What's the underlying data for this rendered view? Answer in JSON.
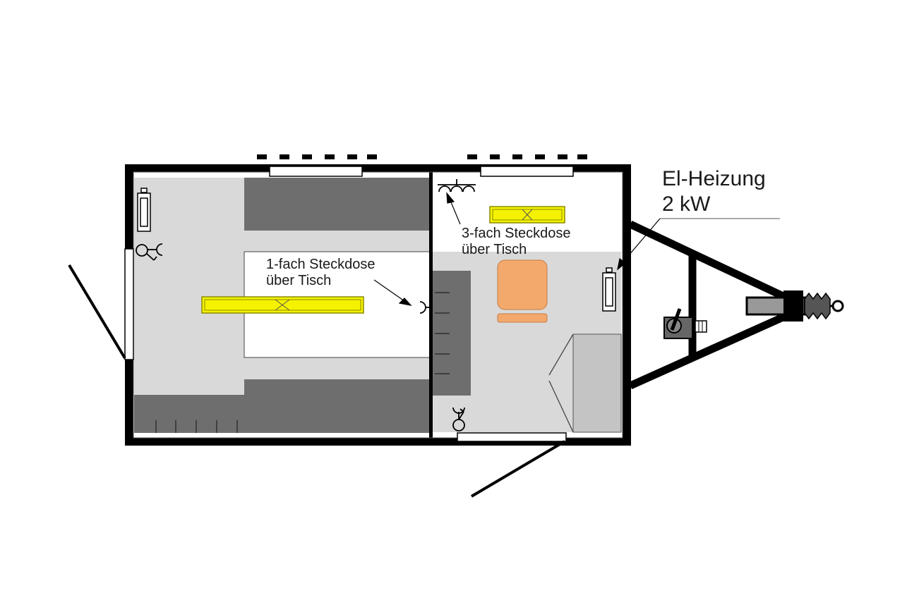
{
  "labels": {
    "heater": {
      "line1": "El-Heizung",
      "line2": "2 kW"
    },
    "socket_triple": {
      "line1": "3-fach Steckdose",
      "line2": "über Tisch"
    },
    "socket_single": {
      "line1": "1-fach Steckdose",
      "line2": "über Tisch"
    }
  },
  "colors": {
    "wall": "#000000",
    "floor": "#d9d9d9",
    "furniture": "#6e6e6e",
    "lamp": "#f5f200",
    "chair": "#f4a96c",
    "cabinet": "#c4c4c4"
  }
}
